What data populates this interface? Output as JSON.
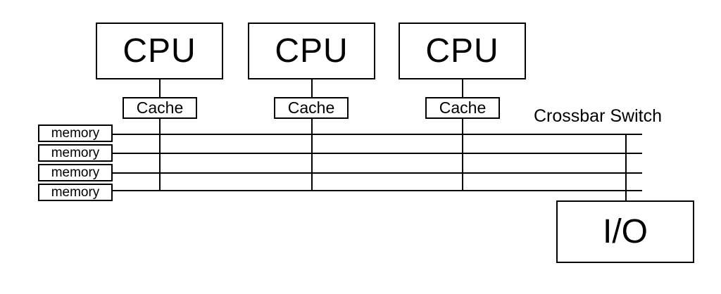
{
  "diagram": {
    "description": "Multiprocessor architecture with crossbar switch",
    "crossbar_label": "Crossbar Switch",
    "cpus": [
      {
        "label": "CPU"
      },
      {
        "label": "CPU"
      },
      {
        "label": "CPU"
      }
    ],
    "caches": [
      {
        "label": "Cache"
      },
      {
        "label": "Cache"
      },
      {
        "label": "Cache"
      }
    ],
    "memories": [
      {
        "label": "memory"
      },
      {
        "label": "memory"
      },
      {
        "label": "memory"
      },
      {
        "label": "memory"
      }
    ],
    "io": {
      "label": "I/O"
    },
    "colors": {
      "line": "#000000",
      "background": "#ffffff",
      "text": "#000000"
    }
  }
}
